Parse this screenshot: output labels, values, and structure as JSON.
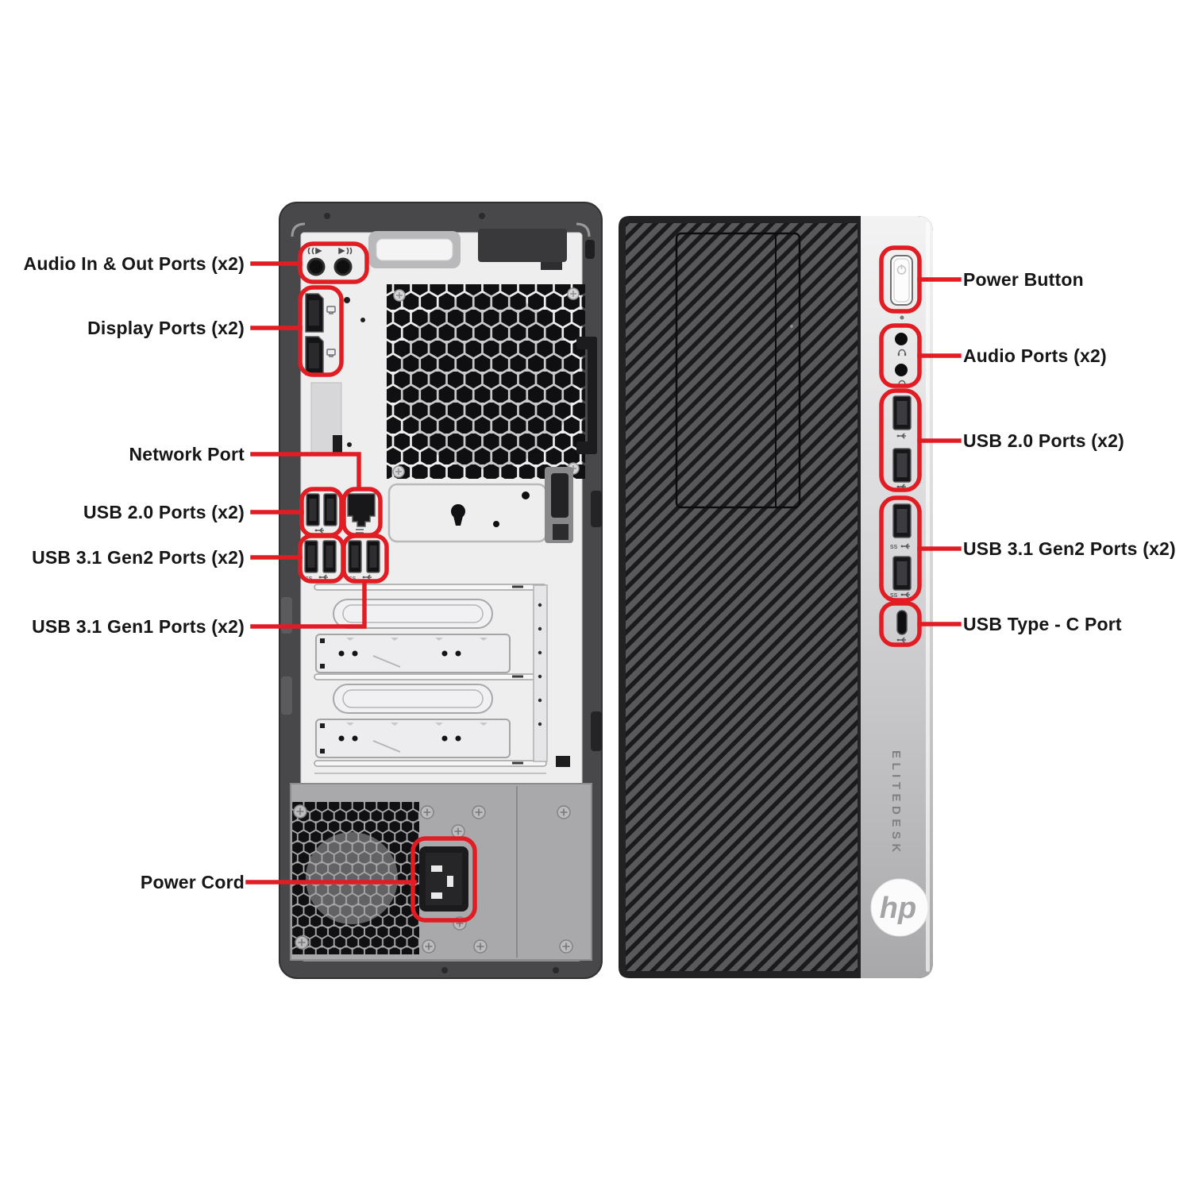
{
  "colors": {
    "callout_red": "#e11d23"
  },
  "branding": {
    "side_text": "ELITEDESK",
    "logo_text": "hp"
  },
  "labels": {
    "left": [
      {
        "text": "Audio In & Out Ports (x2)"
      },
      {
        "text": "Display Ports (x2)"
      },
      {
        "text": "Network Port"
      },
      {
        "text": "USB 2.0 Ports (x2)"
      },
      {
        "text": "USB 3.1 Gen2 Ports (x2)"
      },
      {
        "text": "USB 3.1 Gen1 Ports (x2)"
      },
      {
        "text": "Power Cord"
      }
    ],
    "right": [
      {
        "text": "Power Button"
      },
      {
        "text": "Audio Ports (x2)"
      },
      {
        "text": "USB 2.0 Ports (x2)"
      },
      {
        "text": "USB 3.1 Gen2 Ports (x2)"
      },
      {
        "text": "USB Type - C Port"
      }
    ]
  },
  "ports_back": [
    "audio-in-out",
    "displayport-1",
    "displayport-2",
    "network-rj45",
    "usb2-a",
    "usb2-b",
    "usb31-gen2-a",
    "usb31-gen2-b",
    "usb31-gen1-a",
    "usb31-gen1-b",
    "power-inlet"
  ],
  "ports_front": [
    "power-button",
    "audio-jack-1",
    "audio-jack-2",
    "usb2-1",
    "usb2-2",
    "usb31-gen2-1",
    "usb31-gen2-2",
    "usb-type-c"
  ]
}
